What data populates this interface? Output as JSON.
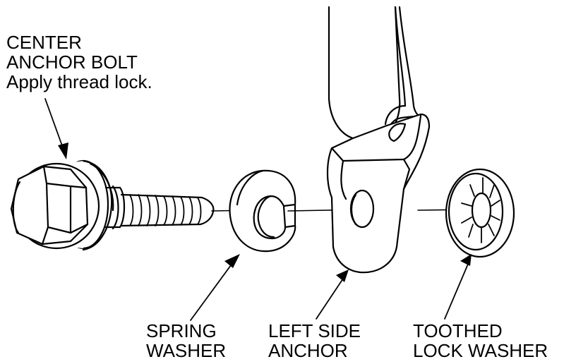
{
  "labels": {
    "center_anchor_bolt": {
      "line1": "CENTER",
      "line2": "ANCHOR BOLT",
      "note": "Apply thread lock."
    },
    "spring_washer": {
      "line1": "SPRING",
      "line2": "WASHER"
    },
    "left_side_anchor": {
      "line1": "LEFT SIDE",
      "line2": "ANCHOR"
    },
    "toothed_lock_washer": {
      "line1": "TOOTHED",
      "line2": "LOCK WASHER"
    }
  },
  "colors": {
    "line": "#000000",
    "background": "#ffffff"
  }
}
